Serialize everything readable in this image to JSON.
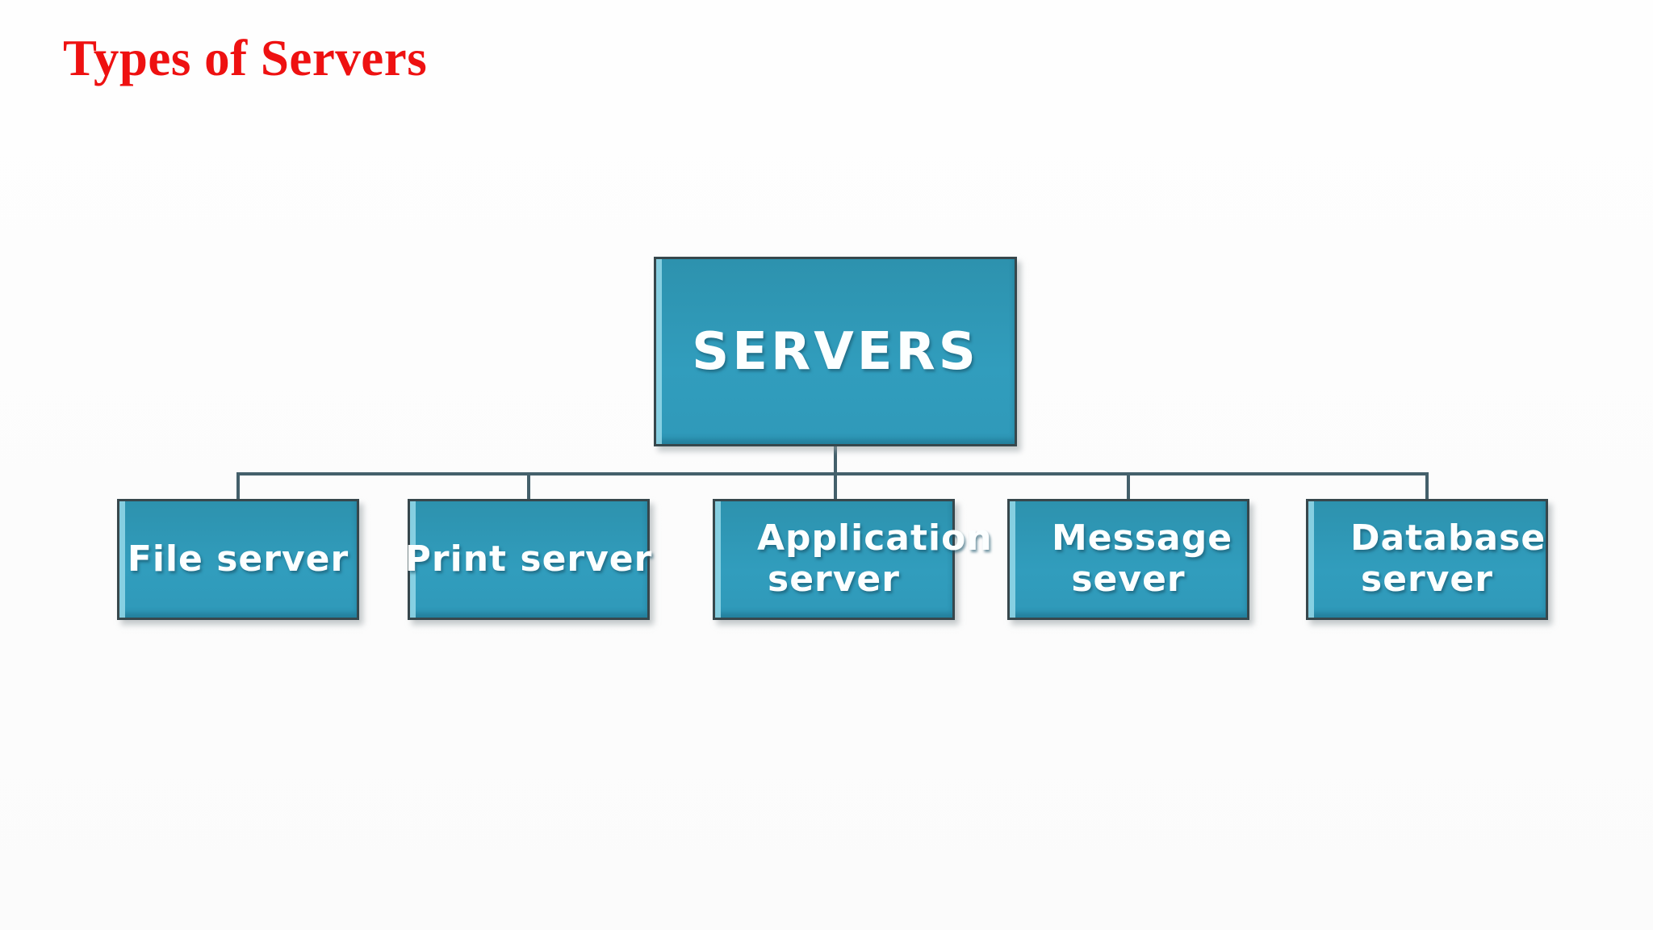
{
  "page": {
    "title": "Types of Servers",
    "title_color": "#ee1111",
    "background_color": "#fdfdfd"
  },
  "diagram": {
    "type": "tree",
    "root": {
      "label": "SERVERS"
    },
    "children": [
      {
        "label": "File server"
      },
      {
        "label": "Print server"
      },
      {
        "label": "Application server"
      },
      {
        "label": "Message sever"
      },
      {
        "label": "Database server"
      }
    ],
    "colors": {
      "box_fill": "#3099b9",
      "box_border": "#37474c",
      "box_left_highlight": "#9edeee",
      "box_text": "#ffffff",
      "connector": "#44606b"
    }
  }
}
